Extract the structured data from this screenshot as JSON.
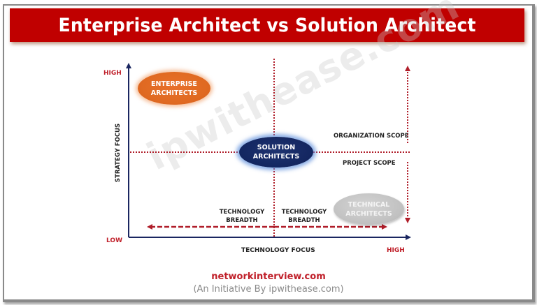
{
  "title": "Enterprise Architect vs Solution Architect",
  "axes": {
    "y_label": "STRATEGY FOCUS",
    "y_high": "HIGH",
    "x_label": "TECHNOLOGY FOCUS",
    "x_low": "LOW",
    "x_high": "HIGH"
  },
  "roles": {
    "enterprise": {
      "line1": "ENTERPRISE",
      "line2": "ARCHITECTS",
      "color": "#e06a22"
    },
    "solution": {
      "line1": "SOLUTION",
      "line2": "ARCHITECTS",
      "color": "#132660"
    },
    "technical": {
      "line1": "TECHNICAL",
      "line2": "ARCHITECTS",
      "color": "#c0c0c0"
    }
  },
  "scopes": {
    "organization": "ORGANIZATION SCOPE",
    "project": "PROJECT SCOPE"
  },
  "breadth": {
    "left": {
      "line1": "TECHNOLOGY",
      "line2": "BREADTH"
    },
    "right": {
      "line1": "TECHNOLOGY",
      "line2": "BREADTH"
    }
  },
  "watermark": "ipwithease.com",
  "footer": {
    "site": "networkinterview.com",
    "subtitle": "(An Initiative By ipwithease.com)"
  },
  "colors": {
    "banner": "#c00000",
    "axis": "#1a2660",
    "dotted": "#b01e2a"
  }
}
